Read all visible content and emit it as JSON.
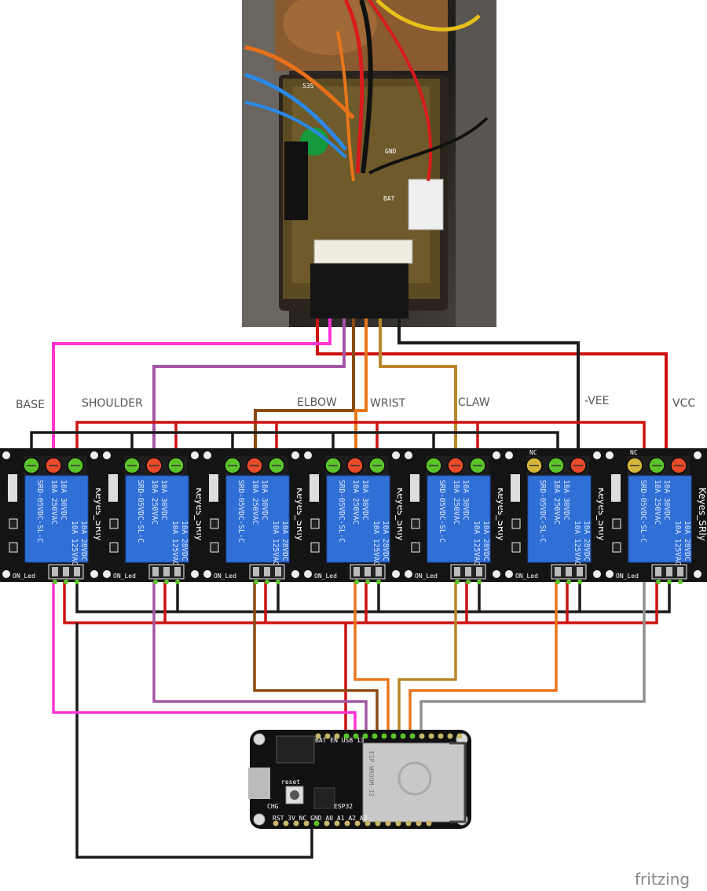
{
  "labels": {
    "base": "BASE",
    "shoulder": "SHOULDER",
    "elbow": "ELBOW",
    "wrist": "WRIST",
    "claw": "CLAW",
    "vee": "-VEE",
    "vcc": "VCC"
  },
  "relay": {
    "part": "SRD-05VDC-SL-C",
    "rating1": "10A 250VAC",
    "rating2": "10A 30VDC",
    "rating3": "10A 125VAC",
    "rating4": "10A 28VDC",
    "brand": "Keyes_SRly",
    "led": "ON_Led",
    "nc": "NC"
  },
  "controller": {
    "top_pins": "BAT EN USB 13",
    "bottom_pins": "RST 3V NC GND A0 A1 A2 A3",
    "reset": "reset",
    "chg": "CHG",
    "module": "ESP-WROOM-32",
    "chip": "ESP32"
  },
  "photo": {
    "pcb_gnd": "GND",
    "pcb_bat": "BAT",
    "pcb_num": "535"
  },
  "watermark": "fritzing",
  "colors": {
    "pink": "#ff33d6",
    "purple": "#a456a6",
    "brown": "#8a4a12",
    "orange": "#e8761a",
    "olive": "#b8862a",
    "red": "#cc1111",
    "black": "#1a1a1a",
    "gray": "#909090",
    "relay_blue": "#2f6fd6"
  }
}
